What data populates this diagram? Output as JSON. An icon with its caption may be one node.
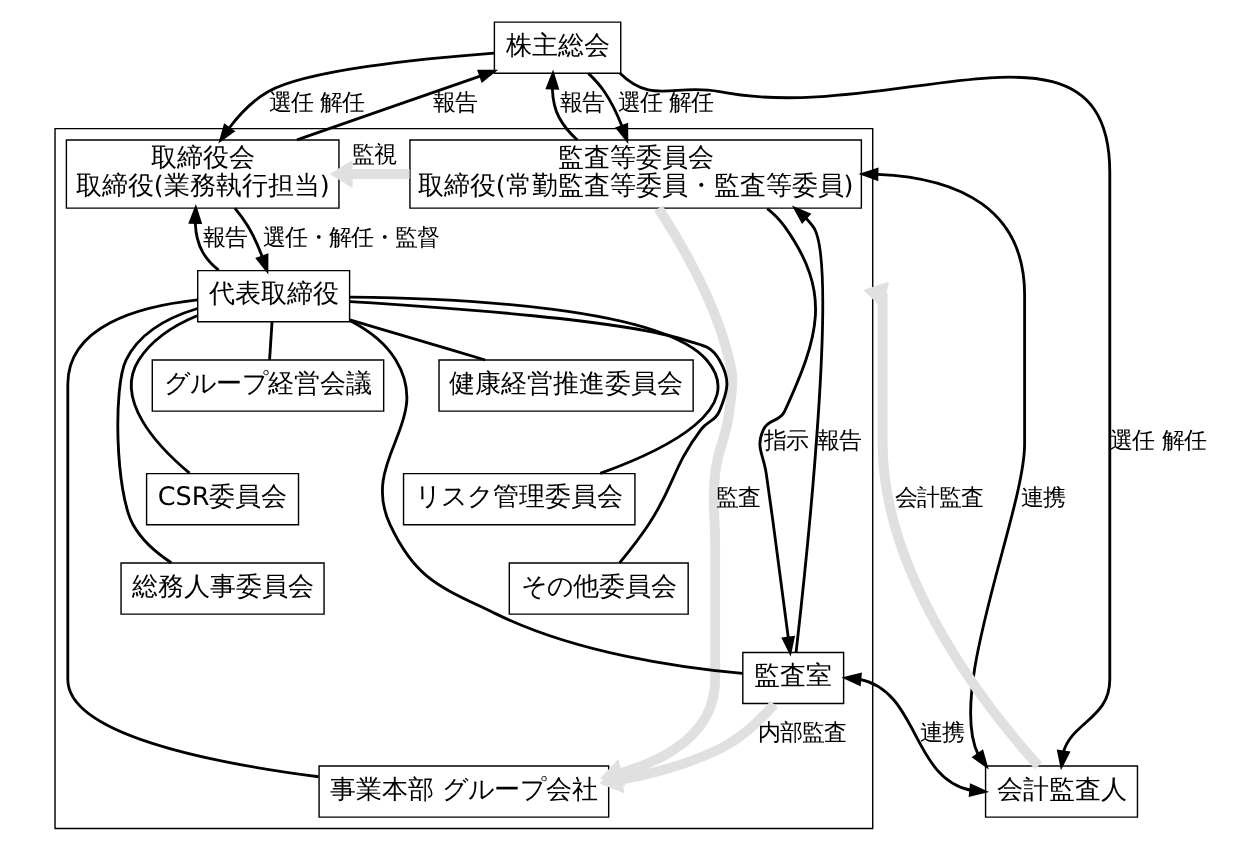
{
  "diagram": {
    "nodes": [
      {
        "text": [
          "株主総会"
        ]
      },
      {
        "text": [],
        "shape": "box"
      },
      {
        "text": [
          "取締役会",
          "取締役(業務執行担当)"
        ],
        "in": 1
      },
      {
        "text": [
          "監査等委員会",
          "取締役(常勤監査等委員・監査等委員)"
        ],
        "in": 1
      },
      {
        "text": [
          "代表取締役"
        ],
        "in": 1
      },
      {
        "text": [
          "グループ経営会議"
        ],
        "in": 1
      },
      {
        "text": [
          "健康経営推進委員会"
        ],
        "in": 1
      },
      {
        "text": [
          "CSR委員会"
        ],
        "in": 1
      },
      {
        "text": [
          "リスク管理委員会"
        ],
        "in": 1
      },
      {
        "text": [
          "総務人事委員会"
        ],
        "in": 1
      },
      {
        "text": [
          "その他委員会"
        ],
        "in": 1
      },
      {
        "text": [
          "事業本部 グループ会社"
        ],
        "in": 1
      },
      {
        "text": [
          "監査室"
        ],
        "in": 1
      },
      {
        "text": [
          "会計監査人"
        ]
      }
    ],
    "edges": [
      {
        "from": 2,
        "to": 0,
        "arrow": "to",
        "label": "報告"
      },
      {
        "from": 0,
        "to": 2,
        "arrow": "to",
        "label": "選任 解任"
      },
      {
        "from": 3,
        "to": 0,
        "arrow": "to",
        "label": "報告"
      },
      {
        "from": 0,
        "to": 3,
        "arrow": "to",
        "label": "選任 解任"
      },
      {
        "from": 0,
        "to": 13,
        "arrow": "to",
        "label": "選任 解任"
      },
      {
        "from": 3,
        "to": 2,
        "arrow": "to",
        "label": "監視",
        "style": "thick",
        "color": "#e0e0e0"
      },
      {
        "from": 3,
        "to": 13,
        "arrow": "both",
        "label": "連携"
      },
      {
        "from": 4,
        "to": 2,
        "arrow": "to",
        "label": "報告"
      },
      {
        "from": 2,
        "to": 4,
        "arrow": "to",
        "label": "選任・解任・監督"
      },
      {
        "from": 13,
        "to": 1,
        "arrow": "to",
        "label": "会計監査",
        "style": "thick",
        "color": "#e0e0e0"
      },
      {
        "from": 4,
        "to": 5,
        "arrow": "none"
      },
      {
        "from": 4,
        "to": 6,
        "arrow": "none"
      },
      {
        "from": 4,
        "to": 7,
        "arrow": "none"
      },
      {
        "from": 4,
        "to": 8,
        "arrow": "none"
      },
      {
        "from": 4,
        "to": 9,
        "arrow": "none"
      },
      {
        "from": 4,
        "to": 10,
        "arrow": "none"
      },
      {
        "from": 12,
        "to": 3,
        "arrow": "to",
        "label": "報告"
      },
      {
        "from": 3,
        "to": 12,
        "arrow": "to",
        "label": "指示"
      },
      {
        "from": 3,
        "to": 11,
        "arrow": "to",
        "label": "監査",
        "style": "thick",
        "color": "#e0e0e0"
      },
      {
        "from": 4,
        "to": 12,
        "arrow": "none"
      },
      {
        "from": 4,
        "to": 11,
        "arrow": "none"
      },
      {
        "from": 12,
        "to": 11,
        "arrow": "to",
        "label": "内部監査",
        "style": "thick",
        "color": "#e0e0e0"
      },
      {
        "from": 12,
        "to": 13,
        "arrow": "both",
        "label": "連携"
      }
    ]
  }
}
